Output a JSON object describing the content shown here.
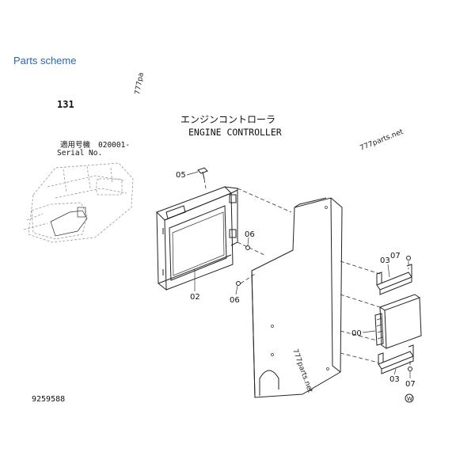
{
  "header": {
    "link_label": "Parts scheme"
  },
  "diagram": {
    "page_number": "131",
    "title_jp": "エンジンコントローラ",
    "title_en": "ENGINE CONTROLLER",
    "serial_label_jp": "適用号機",
    "serial_label_en": "Serial No.",
    "serial_value": "020001-",
    "drawing_number": "9259588",
    "watermarks": [
      "777pa",
      "777parts.net",
      "777parts.net"
    ],
    "callouts": [
      "00",
      "02",
      "03",
      "03",
      "05",
      "06",
      "06",
      "07",
      "07"
    ],
    "mark": "W"
  }
}
